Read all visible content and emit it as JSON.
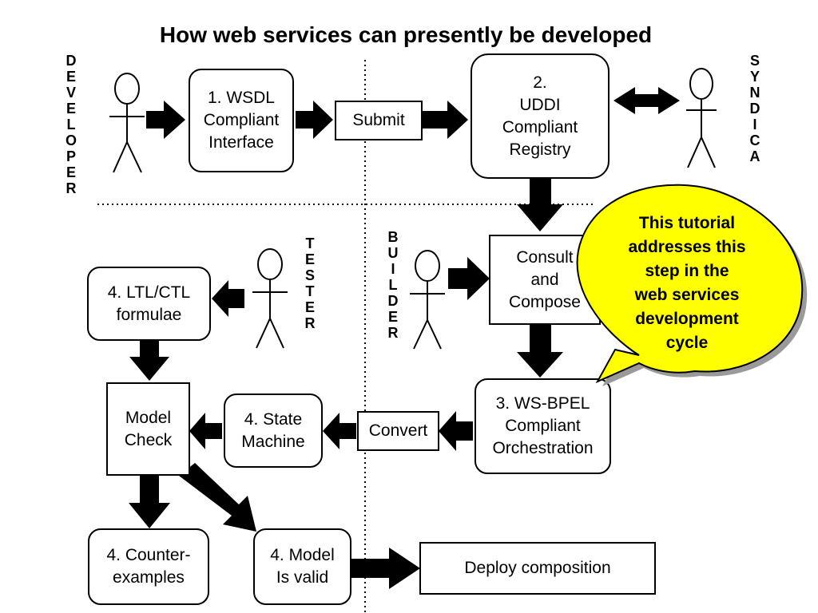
{
  "title": "How web services can presently be developed",
  "roles": {
    "developer": "D\nE\nV\nE\nL\nO\nP\nE\nR",
    "syndicator": "S\nY\nN\nD\nI\nC\nA",
    "tester": "T\nE\nS\nT\nE\nR",
    "builder": "B\nU\nI\nL\nD\nE\nR"
  },
  "boxes": {
    "wsdl": "1. WSDL\nCompliant\nInterface",
    "submit": "Submit",
    "uddi": "2.\nUDDI\nCompliant\nRegistry",
    "consult": "Consult\nand\nCompose",
    "ltl": "4. LTL/CTL\nformulae",
    "model_check": "Model\nCheck",
    "state_machine": "4. State\nMachine",
    "convert": "Convert",
    "wsbpel": "3. WS-BPEL\nCompliant\nOrchestration",
    "counter": "4. Counter-\nexamples",
    "model_valid": "4. Model\nIs valid",
    "deploy": "Deploy composition"
  },
  "callout": {
    "text": "This tutorial\naddresses this\nstep in the\nweb services\ndevelopment\ncycle",
    "fill": "#ffff00"
  }
}
